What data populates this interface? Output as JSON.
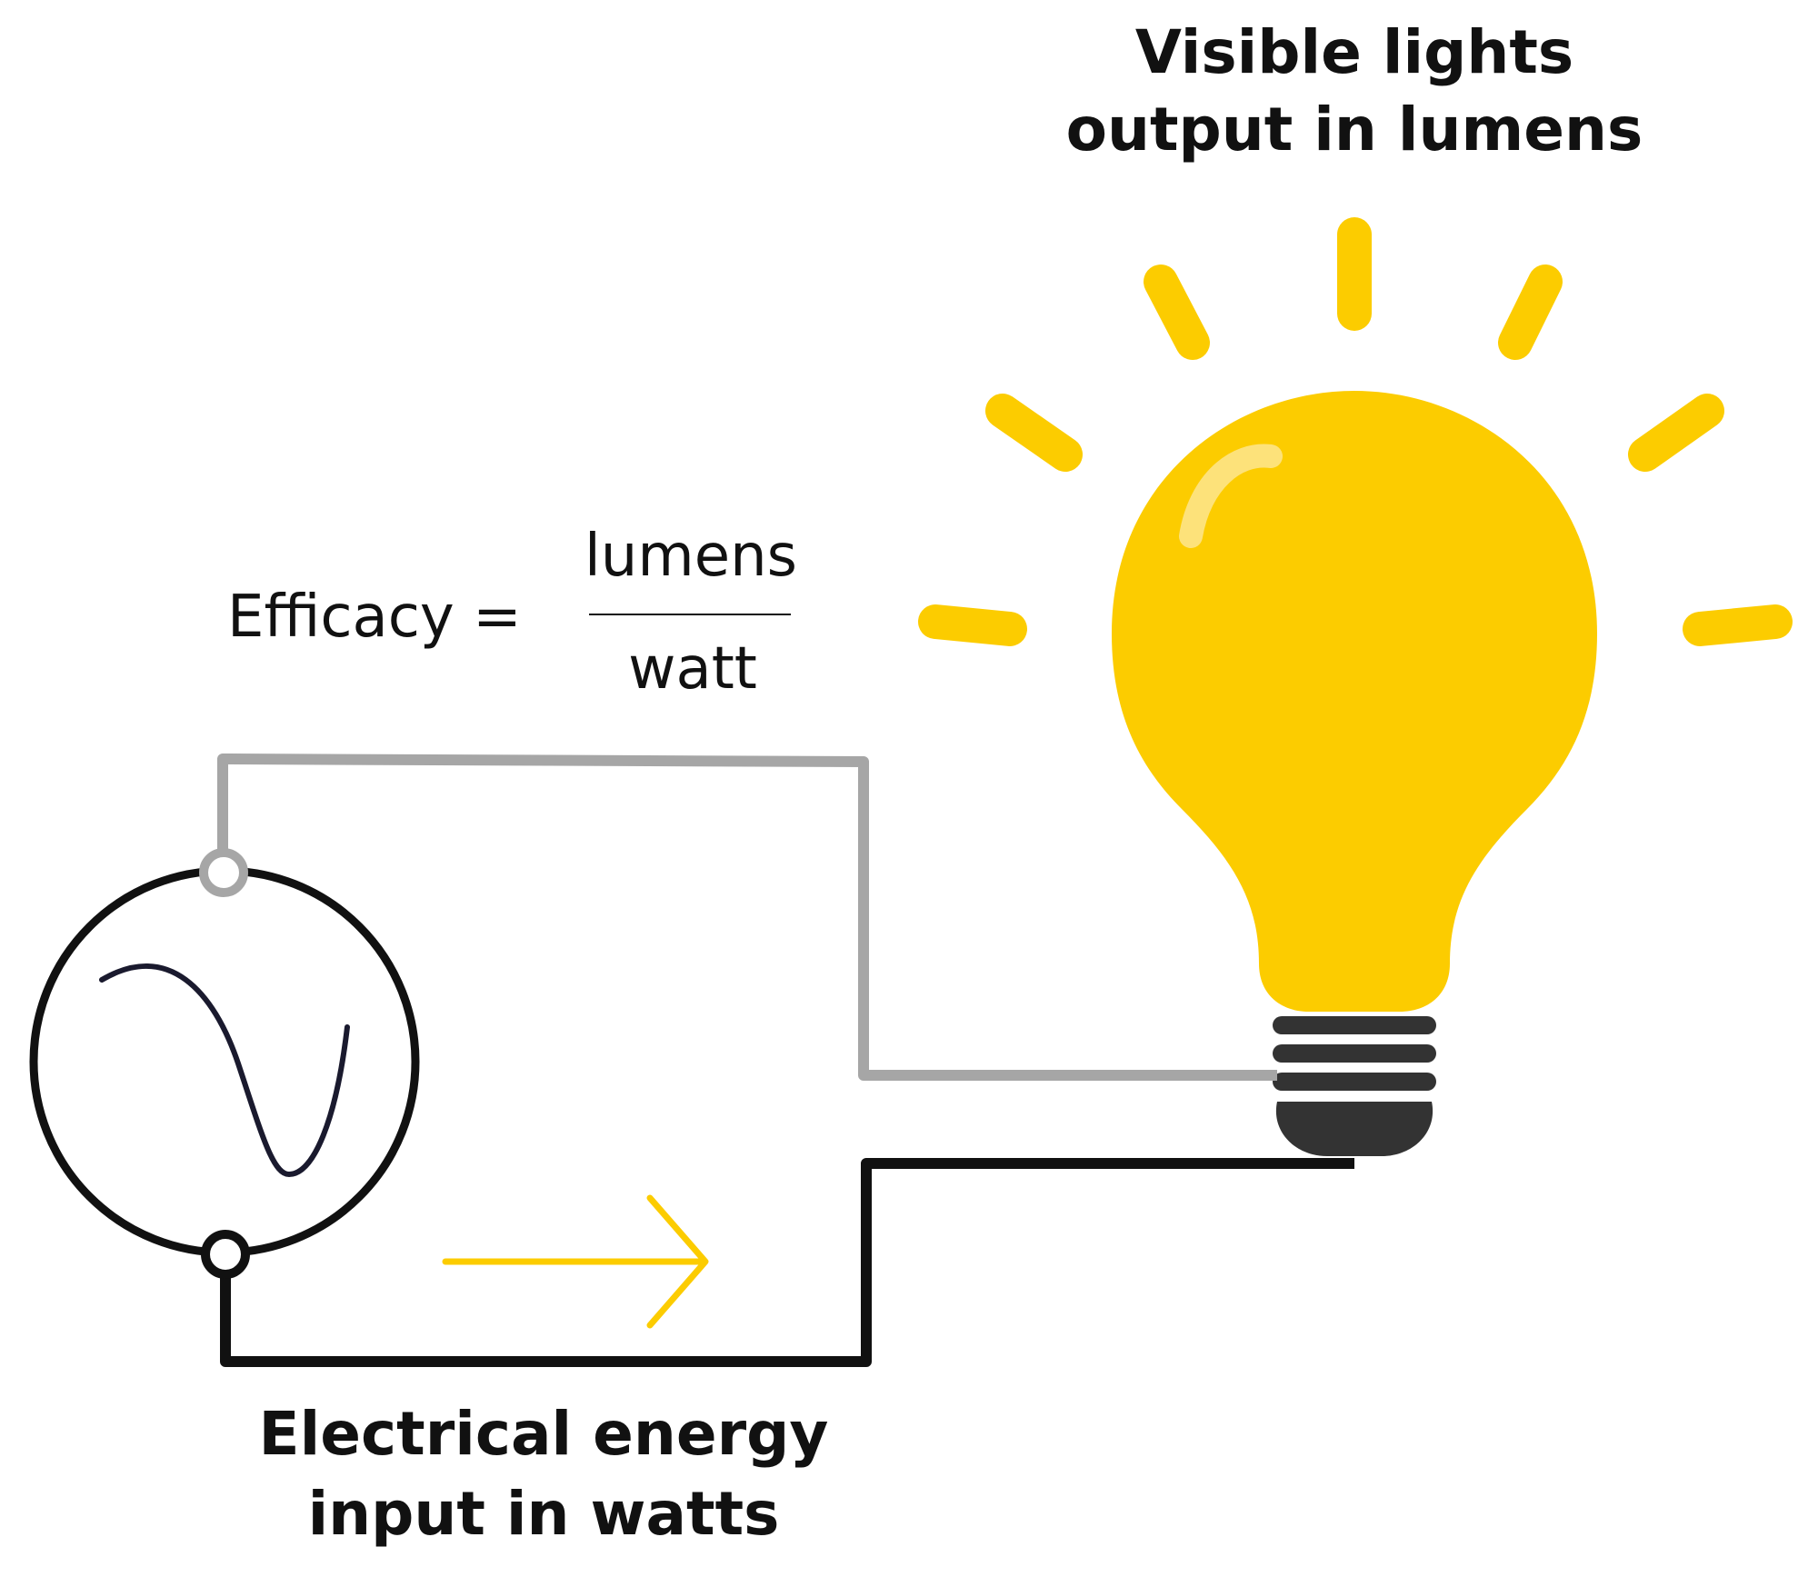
{
  "labels": {
    "output_line1": "Visible lights",
    "output_line2": "output in lumens",
    "input_line1": "Electrical energy",
    "input_line2": "input in watts"
  },
  "formula": {
    "lhs": "Efficacy =",
    "numerator": "lumens",
    "denominator": "watt"
  },
  "colors": {
    "bulb_yellow": "#FCCC00",
    "highlight": "#FDE27A",
    "wire_gray": "#A6A6A6",
    "wire_black": "#111111",
    "base_dark": "#333333",
    "arrow_yellow": "#FCCC00"
  },
  "icons": {
    "source": "ac-source-icon",
    "bulb": "light-bulb-icon",
    "flow": "arrow-right-icon"
  }
}
